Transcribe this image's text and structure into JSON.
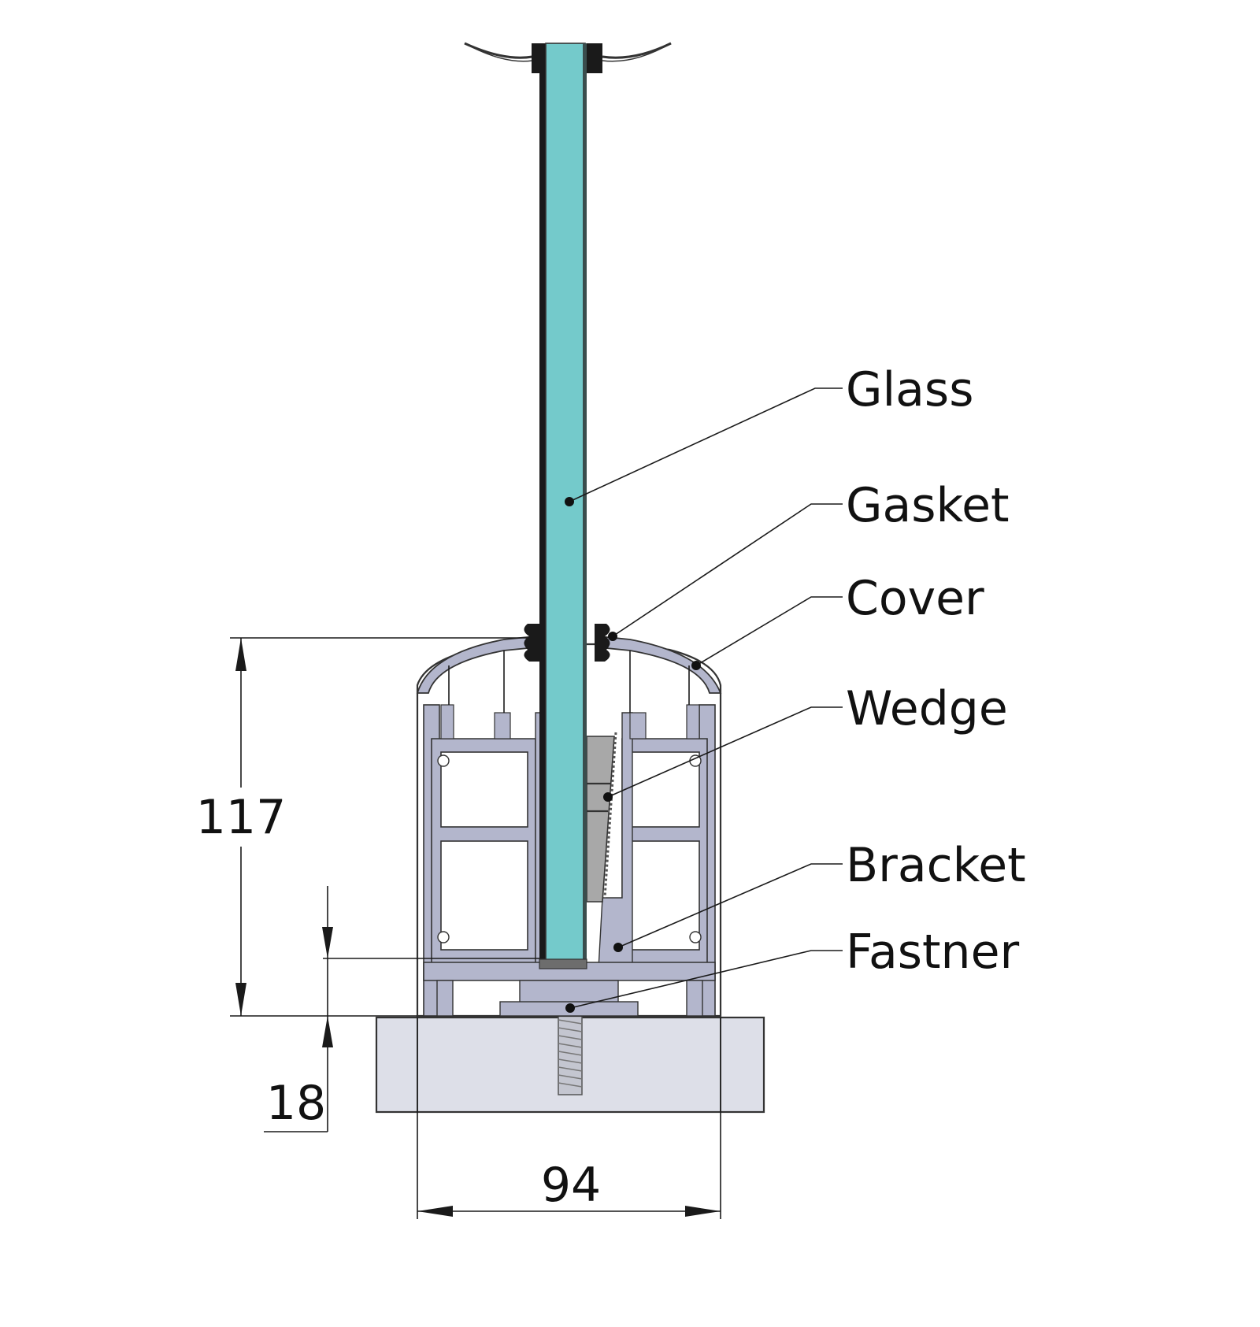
{
  "diagram": {
    "labels": {
      "glass": "Glass",
      "gasket": "Gasket",
      "cover": "Cover",
      "wedge": "Wedge",
      "bracket": "Bracket",
      "fastener": "Fastner"
    },
    "dimensions": {
      "height": "117",
      "base": "18",
      "width": "94"
    },
    "colors": {
      "glass": "#74cacb",
      "profile": "#b3b6cc",
      "base_block": "#dddfe8",
      "wedge": "#a8a8a8",
      "gasket": "#1a1a1a",
      "line": "#1a1a1a"
    }
  }
}
